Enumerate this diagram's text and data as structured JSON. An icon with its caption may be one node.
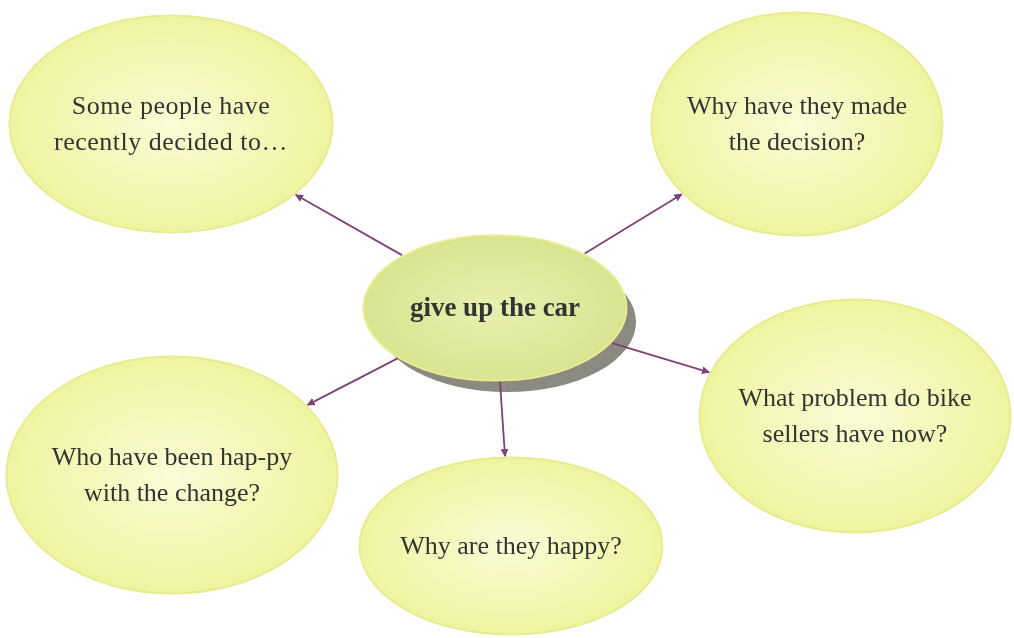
{
  "diagram": {
    "nodes": [
      {
        "text": [
          "give up the car"
        ]
      },
      {
        "text": [
          "Some people have recently decided to…"
        ]
      },
      {
        "text": [
          "Why have they made the decision?"
        ]
      },
      {
        "text": [
          "What problem do bike sellers have now?"
        ]
      },
      {
        "text": [
          "Who have been hap-py with the change?"
        ]
      },
      {
        "text": [
          "Why are they happy?"
        ]
      }
    ],
    "edges": [
      {
        "from": 0,
        "to": 1,
        "arrow": "to"
      },
      {
        "from": 0,
        "to": 2,
        "arrow": "to"
      },
      {
        "from": 0,
        "to": 3,
        "arrow": "to"
      },
      {
        "from": 0,
        "to": 4,
        "arrow": "to"
      },
      {
        "from": 0,
        "to": 5,
        "arrow": "to"
      }
    ]
  }
}
